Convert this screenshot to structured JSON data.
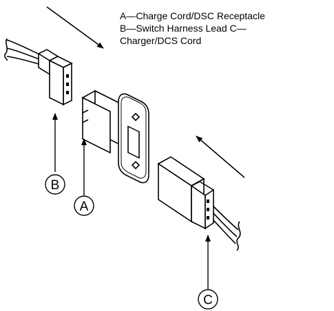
{
  "legend": {
    "line1": "A—Charge Cord/DSC Receptacle",
    "line2": "B—Switch Harness Lead C—",
    "line3": "Charger/DCS Cord"
  },
  "callouts": {
    "a": "A",
    "b": "B",
    "c": "C"
  }
}
